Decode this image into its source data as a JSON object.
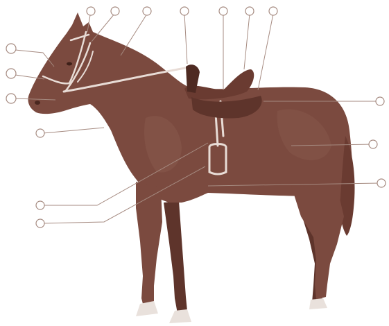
{
  "diagram": {
    "background": "#ffffff",
    "colors": {
      "horse": "#7b4a3f",
      "horse_dark": "#5e342b",
      "tack": "#6a3b31",
      "callout_line": "#a58a80",
      "callout_circle": "#a58a80",
      "hoof": "#e9e1dc"
    },
    "callouts": [
      {
        "id": "c1",
        "name": "callout-bridle-headpiece",
        "label": ""
      },
      {
        "id": "c2",
        "name": "callout-bridle-browband",
        "label": ""
      },
      {
        "id": "c3",
        "name": "callout-bridle-throatlatch",
        "label": ""
      },
      {
        "id": "c4",
        "name": "callout-rein-pommel",
        "label": ""
      },
      {
        "id": "c5",
        "name": "callout-saddle-seat",
        "label": ""
      },
      {
        "id": "c6",
        "name": "callout-saddle-cantle",
        "label": ""
      },
      {
        "id": "c7",
        "name": "callout-saddle-panel",
        "label": ""
      },
      {
        "id": "c8",
        "name": "callout-saddle-flap",
        "label": ""
      },
      {
        "id": "c9",
        "name": "callout-noseband-upper",
        "label": ""
      },
      {
        "id": "c10",
        "name": "callout-noseband",
        "label": ""
      },
      {
        "id": "c11",
        "name": "callout-bit",
        "label": ""
      },
      {
        "id": "c12",
        "name": "callout-rein",
        "label": ""
      },
      {
        "id": "c13",
        "name": "callout-stirrup-leather",
        "label": ""
      },
      {
        "id": "c14",
        "name": "callout-girth",
        "label": ""
      },
      {
        "id": "c15",
        "name": "callout-stirrup-iron",
        "label": ""
      },
      {
        "id": "c16",
        "name": "callout-belly",
        "label": ""
      }
    ]
  }
}
